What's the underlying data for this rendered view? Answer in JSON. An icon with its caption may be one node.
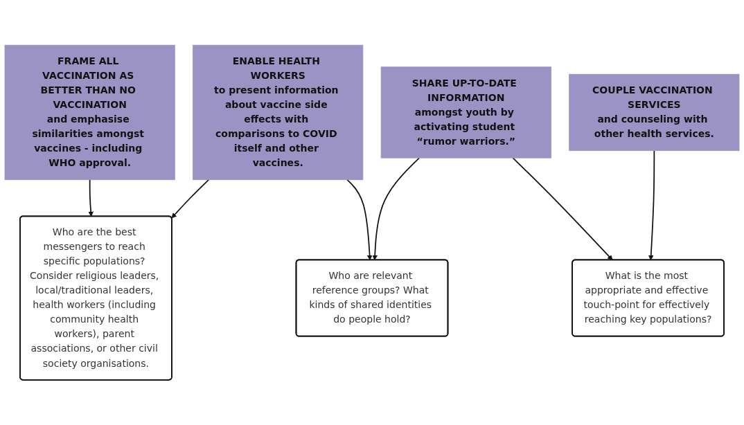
{
  "diagram": {
    "nodes": [
      {
        "text": [
          "FRAME ALL VACCINATION AS BETTER THAN NO VACCINATION",
          "and emphasise similarities amongst vaccines - including WHO approval."
        ]
      },
      {
        "text": [
          "ENABLE HEALTH WORKERS",
          "to present information about vaccine side effects with comparisons to COVID itself and other vaccines."
        ]
      },
      {
        "text": [
          "SHARE UP-TO-DATE INFORMATION",
          "amongst youth by activating student “rumor warriors.”"
        ]
      },
      {
        "text": [
          "COUPLE VACCINATION SERVICES",
          "and counseling with other health services."
        ]
      },
      {
        "text": [
          "Who are the best messengers to reach specific populations? Consider religious leaders, local/traditional leaders, health workers (including community health workers), parent associations, or other civil society organisations."
        ]
      },
      {
        "text": [
          "Who are relevant reference groups? What kinds of shared identities do people hold?"
        ]
      },
      {
        "text": [
          "What is the most appropriate and effective touch-point for effectively reaching key populations?"
        ]
      }
    ],
    "edges": [
      {
        "from": 0,
        "to": 4,
        "arrow": "to"
      },
      {
        "from": 1,
        "to": 4,
        "arrow": "to"
      },
      {
        "from": 1,
        "to": 5,
        "arrow": "to"
      },
      {
        "from": 2,
        "to": 5,
        "arrow": "to"
      },
      {
        "from": 2,
        "to": 6,
        "arrow": "to"
      },
      {
        "from": 3,
        "to": 6,
        "arrow": "to"
      }
    ]
  }
}
